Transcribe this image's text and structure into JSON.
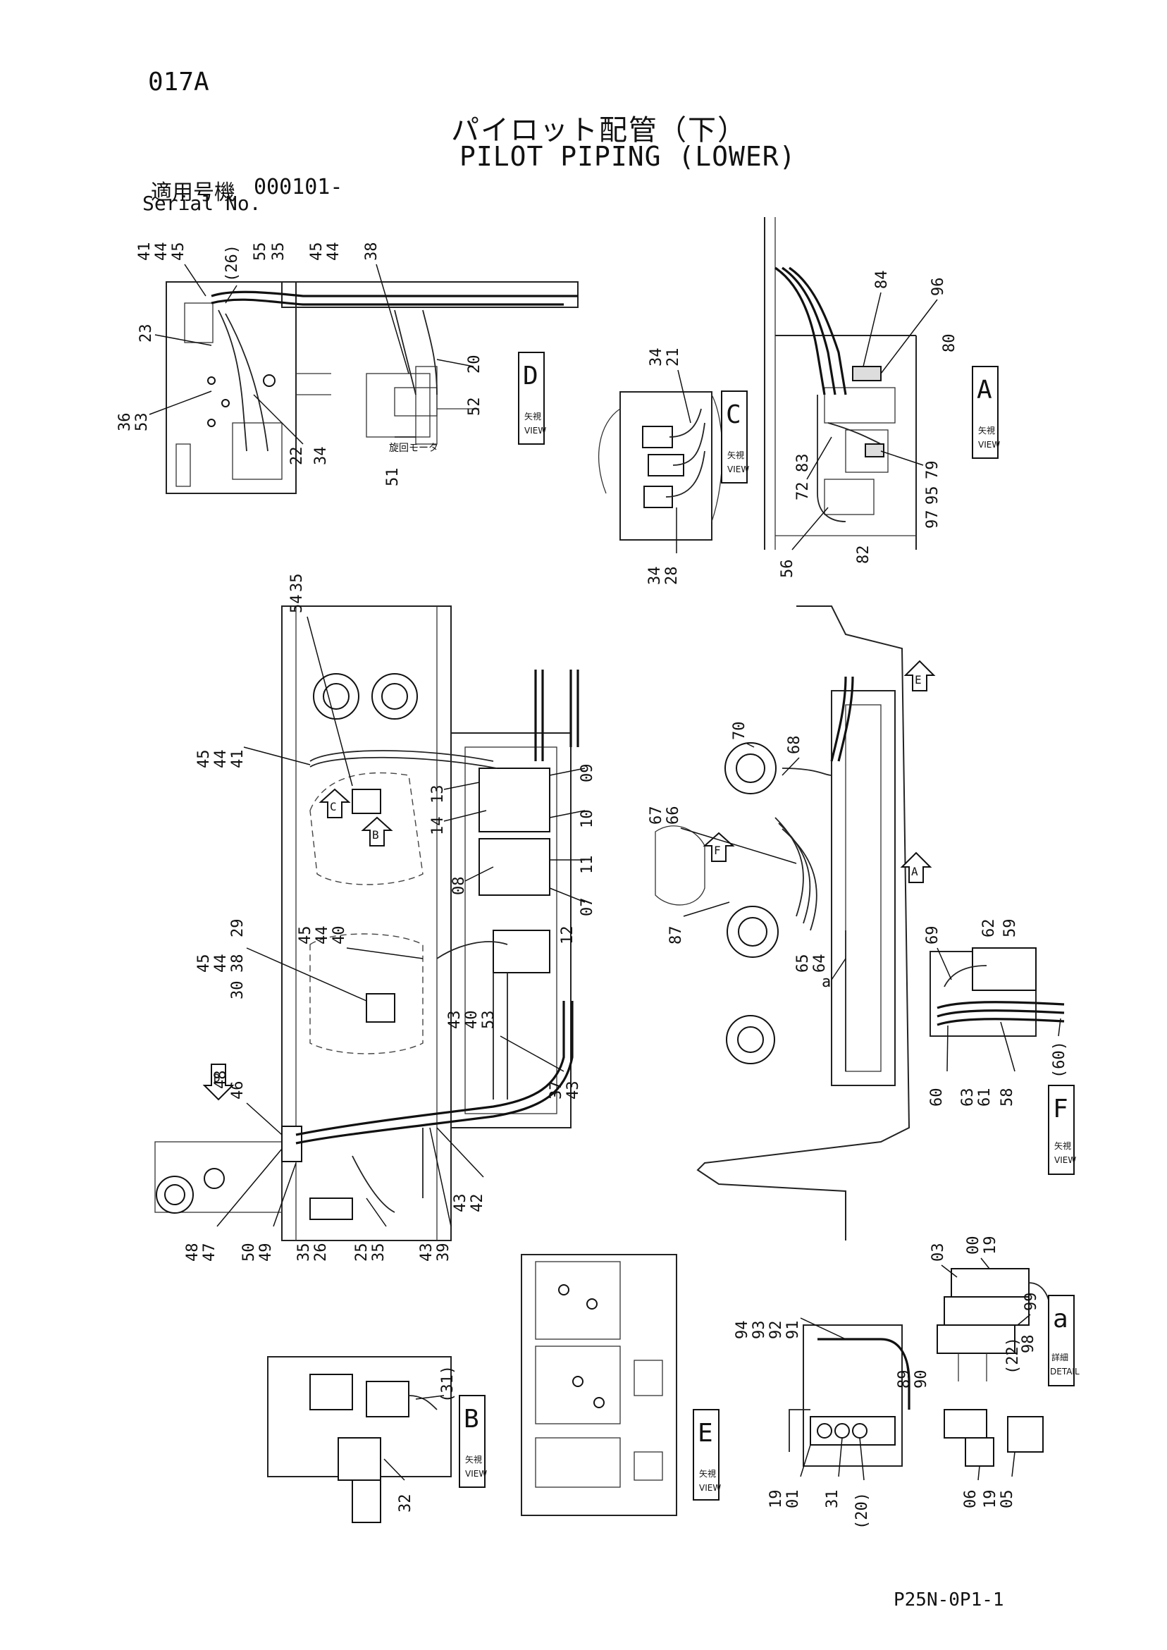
{
  "header": {
    "page_id": "017A",
    "title_jp": "パイロット配管（下）",
    "title_en": "PILOT PIPING (LOWER)",
    "serial_label_jp": "適用号機",
    "serial_value": "000101-",
    "serial_label_en": "Serial No."
  },
  "footer": {
    "drawing_number": "P25N-0P1-1"
  },
  "views": [
    {
      "letter": "D",
      "label_jp": "矢視",
      "label_en": "VIEW"
    },
    {
      "letter": "C",
      "label_jp": "矢視",
      "label_en": "VIEW"
    },
    {
      "letter": "A",
      "label_jp": "矢視",
      "label_en": "VIEW"
    },
    {
      "letter": "F",
      "label_jp": "矢視",
      "label_en": "VIEW"
    },
    {
      "letter": "a",
      "label_jp": "詳細",
      "label_en": "DETAIL"
    },
    {
      "letter": "B",
      "label_jp": "矢視",
      "label_en": "VIEW"
    },
    {
      "letter": "E",
      "label_jp": "矢視",
      "label_en": "VIEW"
    }
  ],
  "view_d_note": "旋回モータ",
  "section_arrows": [
    "C",
    "B",
    "D",
    "F",
    "A",
    "E"
  ],
  "callouts": {
    "view_d_top": [
      "41",
      "44",
      "45",
      "(26)",
      "55",
      "35",
      "45",
      "44",
      "38"
    ],
    "view_d_left": [
      "23",
      "36",
      "53"
    ],
    "view_d_bottom": [
      "22",
      "34",
      "51",
      "52",
      "20"
    ],
    "view_c": [
      "34",
      "21",
      "34",
      "28"
    ],
    "view_a": [
      "84",
      "96",
      "80",
      "83",
      "72",
      "79",
      "95",
      "97",
      "56",
      "82"
    ],
    "main_upper": [
      "35",
      "54",
      "45",
      "44",
      "41",
      "13",
      "14",
      "08",
      "09",
      "10",
      "11",
      "07",
      "12"
    ],
    "main_mid": [
      "45",
      "44",
      "38",
      "29",
      "45",
      "44",
      "40",
      "30",
      "43",
      "40",
      "53",
      "37",
      "43"
    ],
    "main_lower": [
      "48",
      "46",
      "48",
      "47",
      "50",
      "49",
      "35",
      "26",
      "25",
      "35",
      "43",
      "39",
      "43",
      "42"
    ],
    "right_mid": [
      "70",
      "68",
      "67",
      "66",
      "87",
      "65",
      "64",
      "a"
    ],
    "view_f": [
      "69",
      "62",
      "59",
      "60",
      "63",
      "61",
      "58",
      "(60)"
    ],
    "detail_a": [
      "03",
      "00",
      "19",
      "99",
      "98",
      "(22)"
    ],
    "view_b": [
      "(31)",
      "32"
    ],
    "lower_valve": [
      "94",
      "93",
      "92",
      "91",
      "89",
      "90",
      "19",
      "01",
      "31",
      "(20)"
    ],
    "lower_right": [
      "06",
      "19",
      "05"
    ]
  }
}
